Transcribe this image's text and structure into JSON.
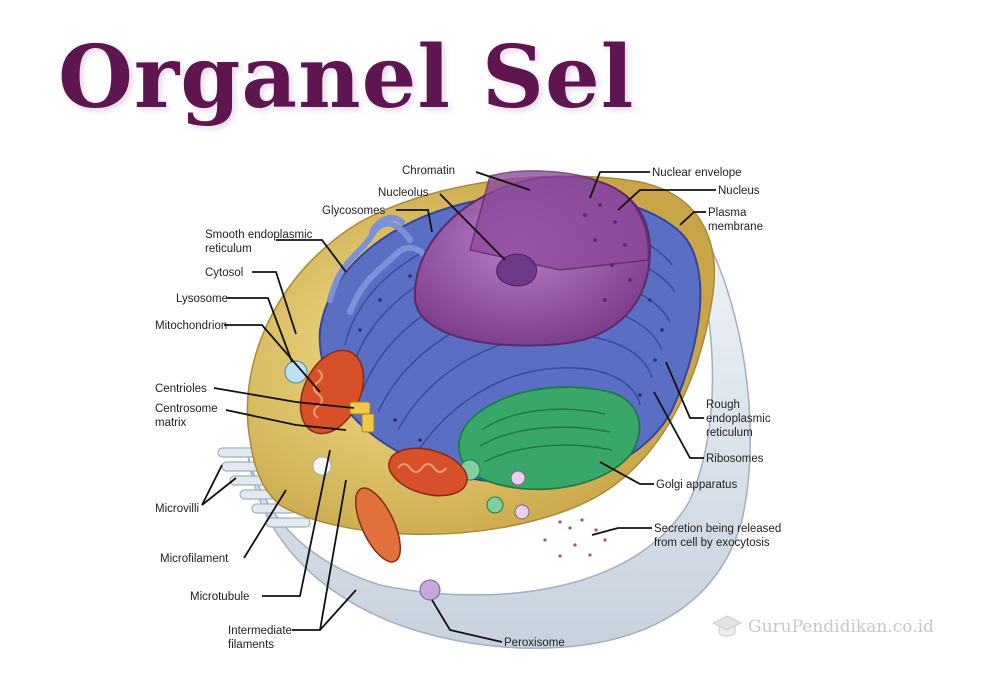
{
  "title": "Organel Sel",
  "watermark": {
    "text": "GuruPendidikan.co.id",
    "icon": "graduation-cap-icon"
  },
  "labels": {
    "chromatin": "Chromatin",
    "nucleolus": "Nucleolus",
    "glycosomes": "Glycosomes",
    "smooth_er_1": "Smooth endoplasmic",
    "smooth_er_2": "reticulum",
    "cytosol": "Cytosol",
    "lysosome": "Lysosome",
    "mitochondrion": "Mitochondrion",
    "centrioles": "Centrioles",
    "centrosome_1": "Centrosome",
    "centrosome_2": "matrix",
    "microvilli": "Microvilli",
    "microfilament": "Microfilament",
    "microtubule": "Microtubule",
    "intermediate_1": "Intermediate",
    "intermediate_2": "filaments",
    "peroxisome": "Peroxisome",
    "nuclear_envelope": "Nuclear envelope",
    "nucleus": "Nucleus",
    "plasma_1": "Plasma",
    "plasma_2": "membrane",
    "rough_er_1": "Rough",
    "rough_er_2": "endoplasmic",
    "rough_er_3": "reticulum",
    "ribosomes": "Ribosomes",
    "golgi": "Golgi apparatus",
    "secretion_1": "Secretion being released",
    "secretion_2": "from cell by exocytosis"
  },
  "colors": {
    "title": "#5e1550",
    "cytoplasm": "#d8b85a",
    "rough_er": "#5a6fc4",
    "nucleus": "#9a56a8",
    "golgi": "#3aa76a",
    "mitochondria": "#d8502a",
    "membrane": "#dfe6ee"
  }
}
